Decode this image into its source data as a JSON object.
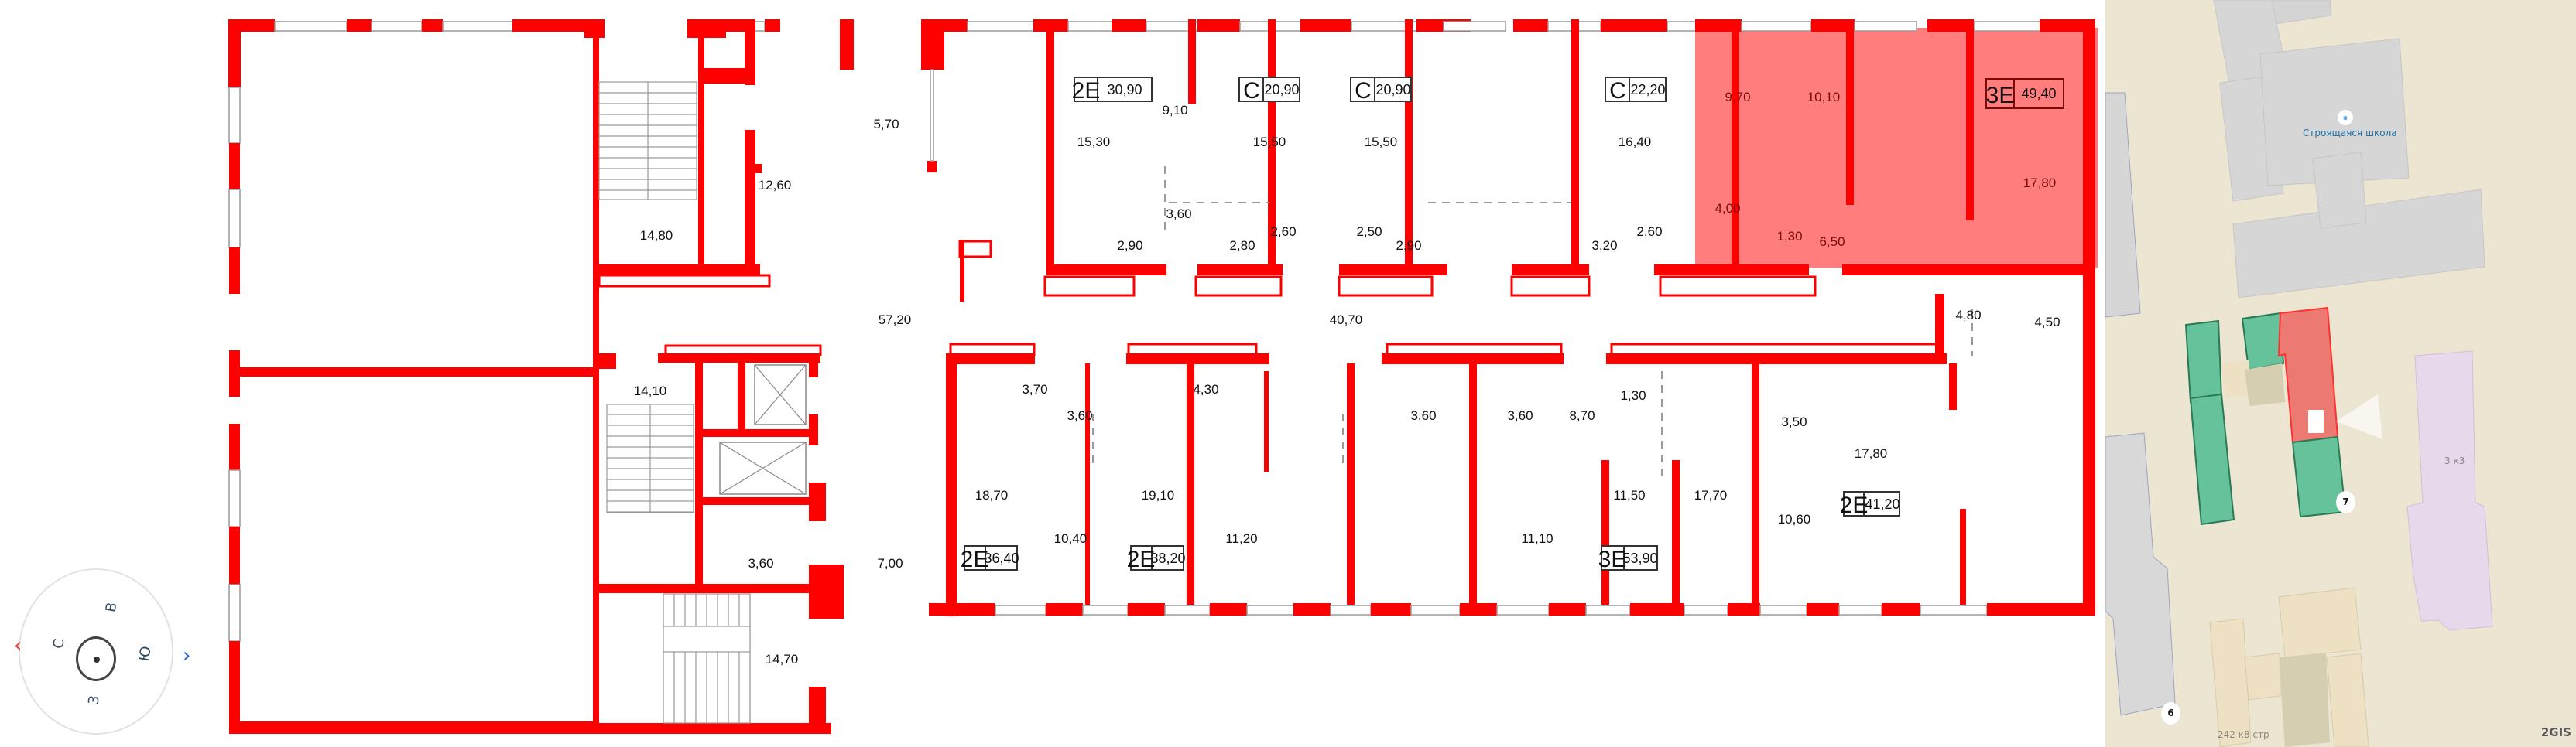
{
  "floorplan": {
    "selected_apartment": {
      "type": "3E",
      "area": "49,40",
      "highlight_color": "#ff6666"
    },
    "wall_color": "#ff0000",
    "apartments": [
      {
        "type": "2E",
        "area": "30,90"
      },
      {
        "type": "C",
        "area": "20,90"
      },
      {
        "type": "C",
        "area": "20,90"
      },
      {
        "type": "C",
        "area": "22,20"
      },
      {
        "type": "3E",
        "area": "49,40"
      },
      {
        "type": "2E",
        "area": "36,40"
      },
      {
        "type": "2E",
        "area": "38,20"
      },
      {
        "type": "3E",
        "area": "53,90"
      },
      {
        "type": "2E",
        "area": "41,20"
      }
    ],
    "rooms": {
      "stair_top": "14,80",
      "room_12_60": "12,60",
      "vestibule_top": "5,70",
      "hall_left": "57,20",
      "corridor": "40,70",
      "a1_living": "15,30",
      "a1_bed": "9,10",
      "a1_bath": "3,60",
      "a1_hall": "2,90",
      "a2_living": "15,50",
      "a2_hall": "2,80",
      "a2_bath": "2,60",
      "a3_living": "15,50",
      "a3_bath": "2,50",
      "a3_hall": "2,90",
      "a4_living": "16,40",
      "a4_hall": "3,20",
      "a4_bath": "2,60",
      "a5_bed1": "9,70",
      "a5_bed2": "10,10",
      "a5_living": "17,80",
      "a5_bath": "4,00",
      "a5_wc": "1,30",
      "a5_hall": "6,50",
      "stair_mid": "14,10",
      "elev_bath": "3,60",
      "vestibule_bottom": "7,00",
      "stair_bottom": "14,70",
      "b1_hall": "3,70",
      "b1_bath": "3,60",
      "b1_living": "18,70",
      "b1_bed": "10,40",
      "b2_hall": "4,30",
      "b2_living": "19,10",
      "b2_bed": "11,20",
      "b2_bath": "3,60",
      "b3_bath": "3,60",
      "b3_bed": "11,10",
      "b3_hall": "8,70",
      "b3_wc": "1,30",
      "b3_bed2": "11,50",
      "b3_living": "17,70",
      "b4_hall_top": "4,80",
      "b4_wardrobe": "4,50",
      "b4_bath": "3,50",
      "b4_bed": "10,60",
      "b4_living": "17,80"
    }
  },
  "compass": {
    "north": "С",
    "east": "В",
    "south": "Ю",
    "west": "З",
    "rotate_left": "‹",
    "rotate_right": "›"
  },
  "map": {
    "poi_label": "Строящаяся школа",
    "building_label_1": "3 к3",
    "building_label_2": "242 к8 стр",
    "pin_7": "7",
    "pin_6": "6",
    "brand": "2GIS",
    "colors": {
      "background": "#ebe5d2",
      "available": "#66c29a",
      "selected": "#ec7a72",
      "other": "#d6d6d6",
      "neighbor": "#e8d8ec"
    }
  }
}
